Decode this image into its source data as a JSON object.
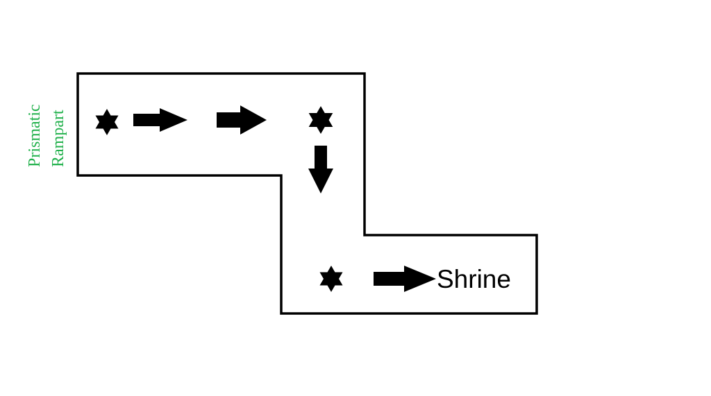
{
  "diagram": {
    "side_label": {
      "lines": [
        "Prismatic",
        "Rampart"
      ],
      "color": "#22b14c"
    },
    "destination_label": "Shrine",
    "stroke_color": "#000000",
    "nodes": [
      "star-icon",
      "star-icon",
      "star-icon"
    ],
    "arrows": [
      "right",
      "right",
      "down",
      "right"
    ]
  }
}
